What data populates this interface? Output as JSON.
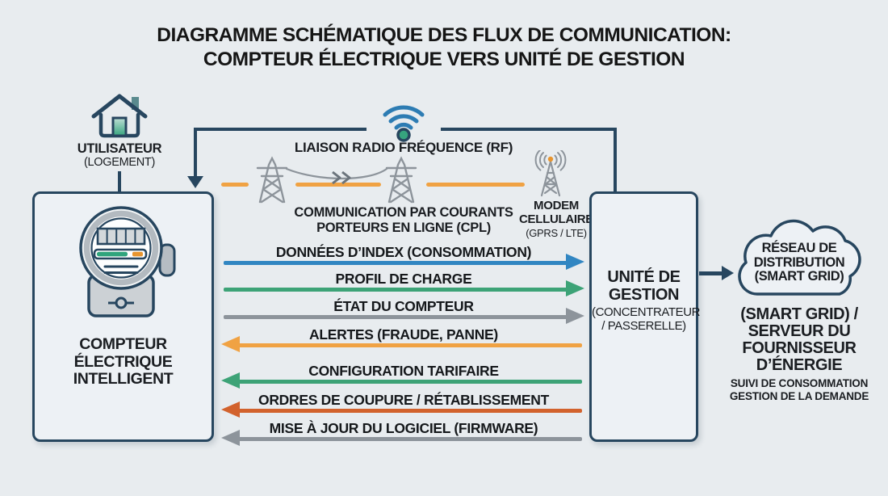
{
  "title": {
    "line1": "DIAGRAMME SCHÉMATIQUE DES FLUX DE COMMUNICATION:",
    "line2": "COMPTEUR ÉLECTRIQUE VERS UNITÉ DE GESTION"
  },
  "user": {
    "label": "UTILISATEUR",
    "sublabel": "(LOGEMENT)"
  },
  "meter_box": {
    "label": "COMPTEUR ÉLECTRIQUE INTELLIGENT"
  },
  "gestion_box": {
    "label": "UNITÉ DE GESTION",
    "sublabel": "(CONCENTRATEUR / PASSERELLE)"
  },
  "channels": {
    "rf": {
      "label": "LIAISON RADIO FRÉQUENCE (RF)"
    },
    "cpl": {
      "line1": "COMMUNICATION PAR COURANTS",
      "line2": "PORTEURS EN LIGNE (CPL)"
    },
    "modem": {
      "line1": "MODEM",
      "line2": "CELLULAIRE",
      "sublabel": "(GPRS / LTE)"
    }
  },
  "flows": [
    {
      "label": "DONNÉES D’INDEX (CONSOMMATION)",
      "direction": "right",
      "color": "#3186c2"
    },
    {
      "label": "PROFIL DE CHARGE",
      "direction": "right",
      "color": "#3da377"
    },
    {
      "label": "ÉTAT DU COMPTEUR",
      "direction": "right",
      "color": "#8d949b"
    },
    {
      "label": "ALERTES (FRAUDE, PANNE)",
      "direction": "left",
      "color": "#f0a243"
    },
    {
      "label": "CONFIGURATION TARIFAIRE",
      "direction": "left",
      "color": "#3da377"
    },
    {
      "label": "ORDRES DE COUPURE / RÉTABLISSEMENT",
      "direction": "left",
      "color": "#d2622d"
    },
    {
      "label": "MISE À JOUR DU LOGICIEL (FIRMWARE)",
      "direction": "left",
      "color": "#8d949b"
    }
  ],
  "cloud": {
    "lines": [
      "RÉSEAU DE",
      "DISTRIBUTION",
      "(SMART GRID)"
    ]
  },
  "server": {
    "lines": [
      "(SMART GRID) /",
      "SERVEUR DU",
      "FOURNISSEUR",
      "D’ÉNERGIE"
    ],
    "sub_lines": [
      "SUIVI DE CONSOMMATION",
      "GESTION DE LA DEMANDE"
    ]
  },
  "colors": {
    "background": "#e8ecef",
    "outline_dark_blue": "#27465f",
    "flow_blue": "#3186c2",
    "flow_green": "#3da377",
    "flow_gray": "#8d949b",
    "flow_orange": "#f0a243",
    "flow_rust": "#d2622d",
    "wifi_blue": "#2d7cb3",
    "teal_accent": "#36a47e",
    "meter_orange": "#e8952f"
  }
}
